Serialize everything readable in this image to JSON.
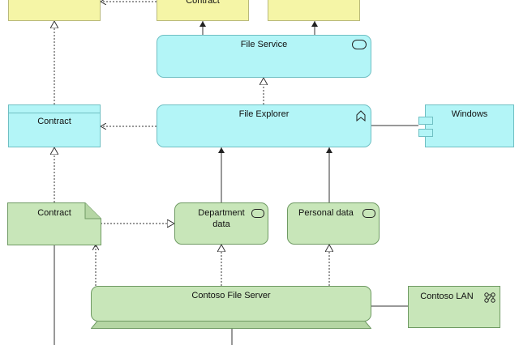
{
  "nodes": {
    "contract_top": {
      "label": "Contract"
    },
    "file_service": {
      "label": "File Service",
      "icon": "service-icon"
    },
    "contract_mid": {
      "label": "Contract"
    },
    "file_explorer": {
      "label": "File Explorer",
      "icon": "application-function-icon"
    },
    "windows": {
      "label": "Windows"
    },
    "contract_doc": {
      "label": "Contract"
    },
    "department_data": {
      "label_line1": "Department",
      "label_line2": "data",
      "icon": "service-icon"
    },
    "personal_data": {
      "label": "Personal data",
      "icon": "service-icon"
    },
    "file_server": {
      "label": "Contoso File Server"
    },
    "lan": {
      "label": "Contoso LAN",
      "icon": "network-icon"
    }
  },
  "colors": {
    "business": "#f5f5a6",
    "application": "#b3f5f7",
    "technology": "#c8e6b9",
    "line": "#333333"
  }
}
